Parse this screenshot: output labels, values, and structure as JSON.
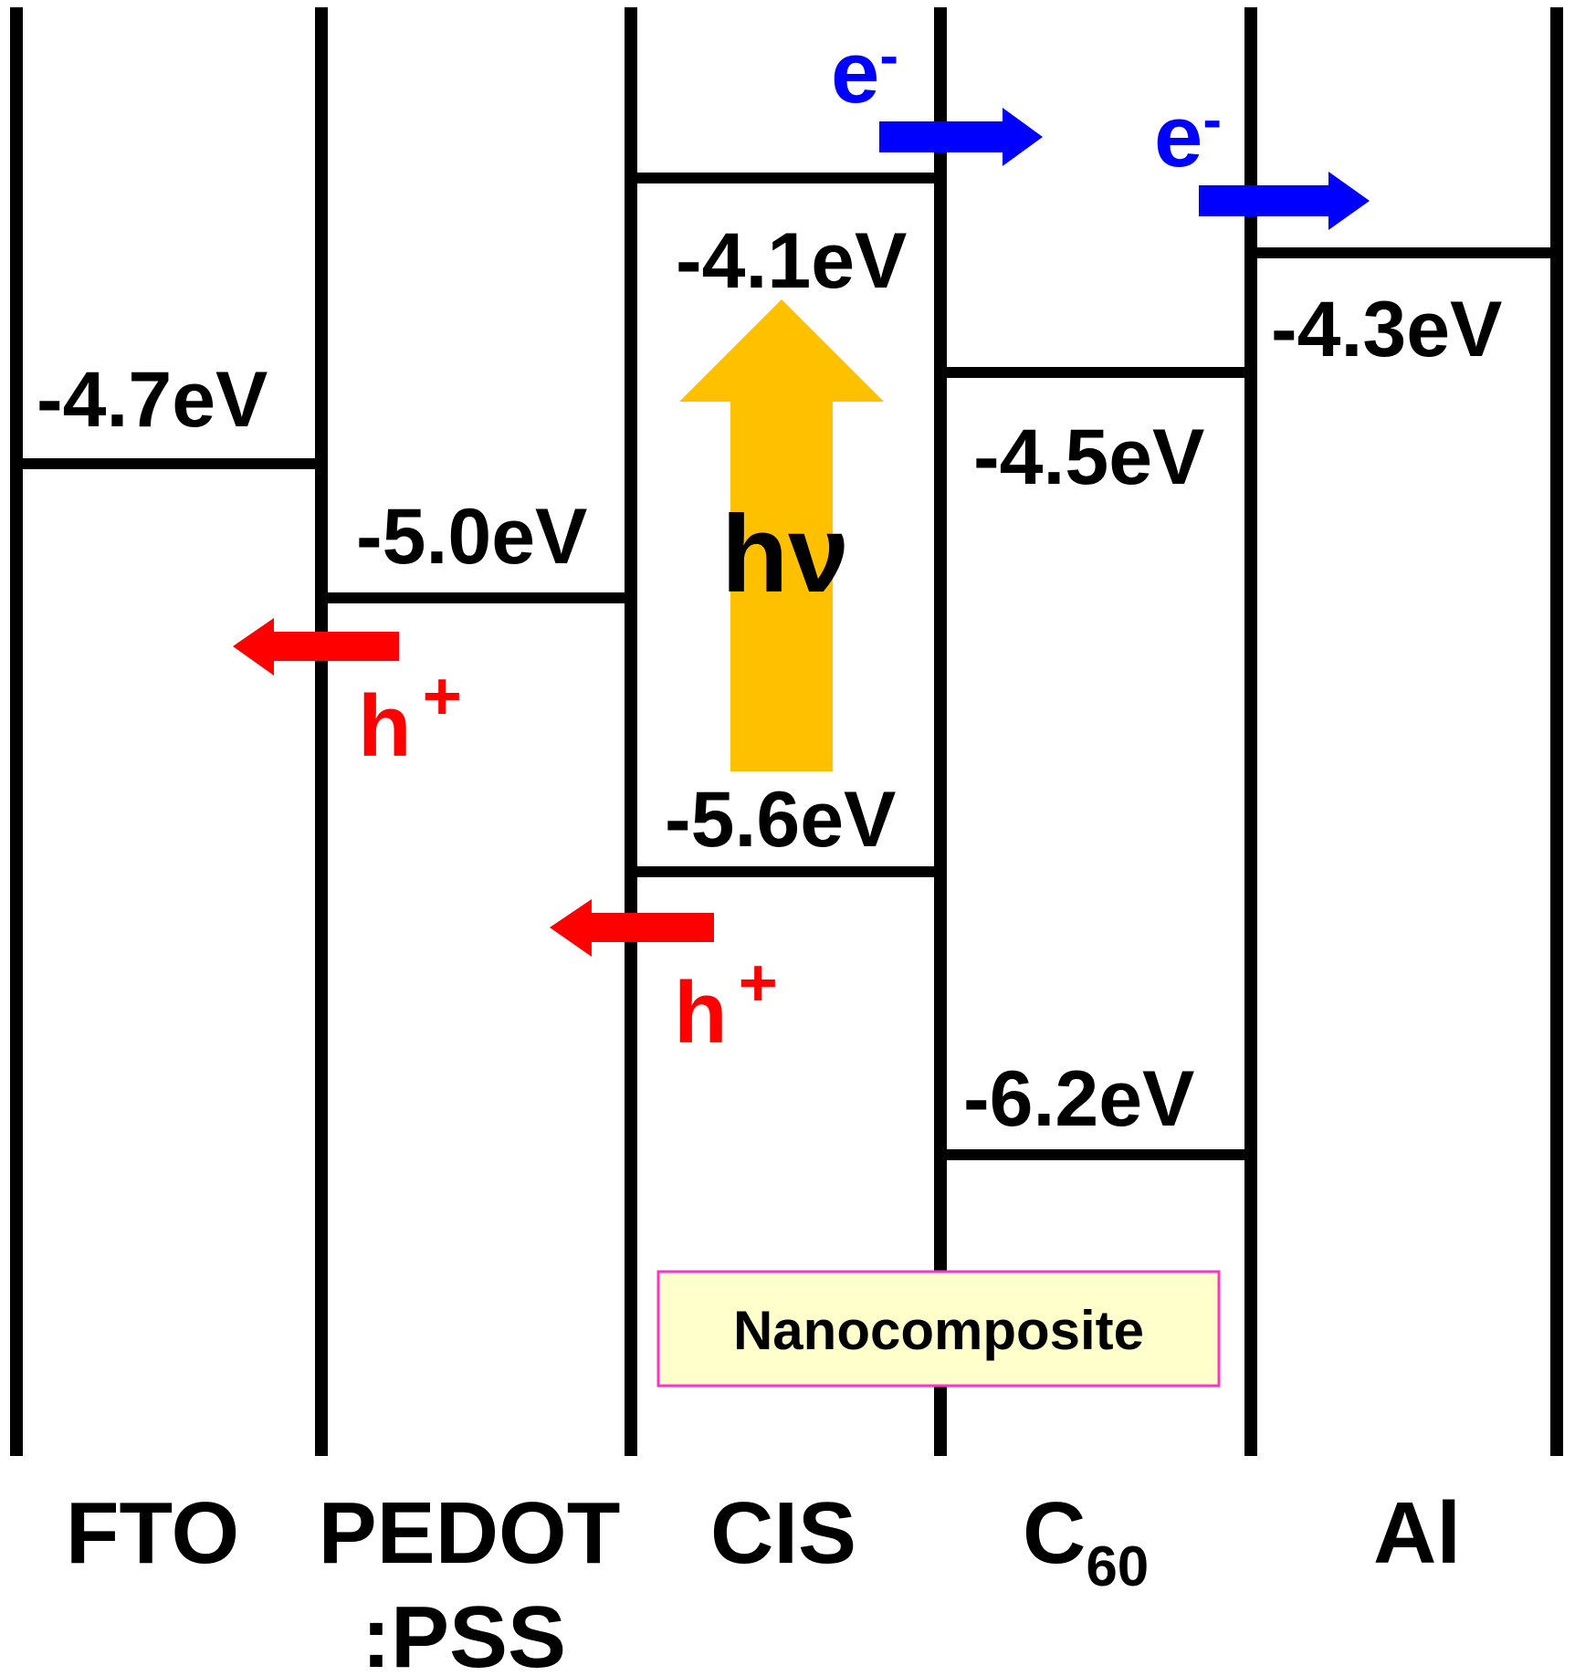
{
  "layers": [
    {
      "name": "FTO"
    },
    {
      "name": "PEDOT",
      "name_line2": ":PSS"
    },
    {
      "name": "CIS"
    },
    {
      "name": "C",
      "subscript": "60"
    },
    {
      "name": "Al"
    }
  ],
  "energy_levels": {
    "fto": "-4.7eV",
    "pedot": "-5.0eV",
    "cis_lumo": "-4.1eV",
    "cis_homo": "-5.6eV",
    "c60_lumo": "-4.5eV",
    "c60_homo": "-6.2eV",
    "al": "-4.3eV"
  },
  "carriers": {
    "electron": "e",
    "electron_sup": "-",
    "hole": "h",
    "hole_sup": "+"
  },
  "photon_label": "hν",
  "nanocomposite_label": "Nanocomposite",
  "colors": {
    "line": "#000000",
    "electron": "#0000ff",
    "hole": "#ff0000",
    "photon_arrow": "#ffc000",
    "box_fill": "#ffffcc",
    "box_border": "#ff33cc"
  }
}
